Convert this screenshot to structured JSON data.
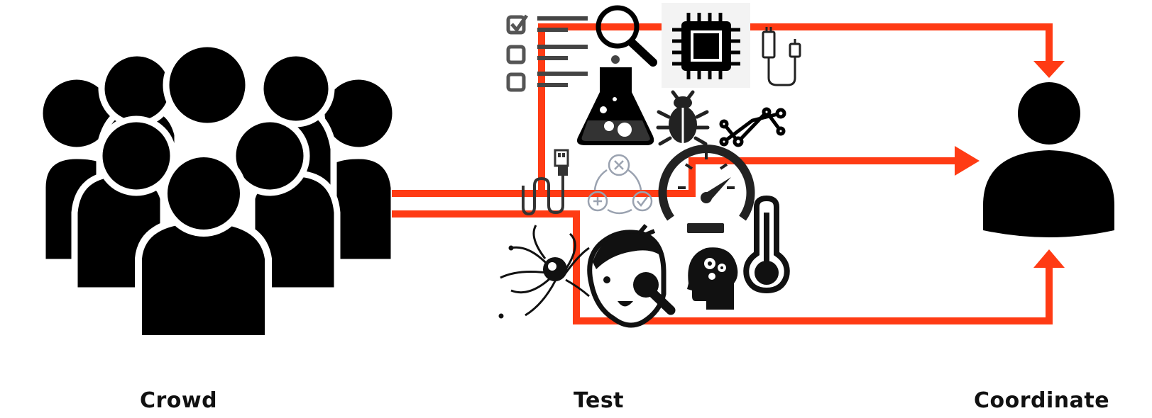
{
  "labels": {
    "crowd": "Crowd",
    "test": "Test",
    "coordinate": "Coordinate"
  },
  "colors": {
    "flow": "#ff3b14",
    "icon": "#000000",
    "faint": "#9aa2b0"
  },
  "icons": [
    "crowd-icon",
    "checklist-icon",
    "magnifier-icon",
    "chip-icon",
    "charger-icon",
    "flask-icon",
    "bug-icon",
    "graph-icon",
    "usb-cable-icon",
    "cycle-icon",
    "speedometer-icon",
    "thermometer-icon",
    "virus-icon",
    "face-inspect-icon",
    "brain-head-icon",
    "person-icon"
  ]
}
